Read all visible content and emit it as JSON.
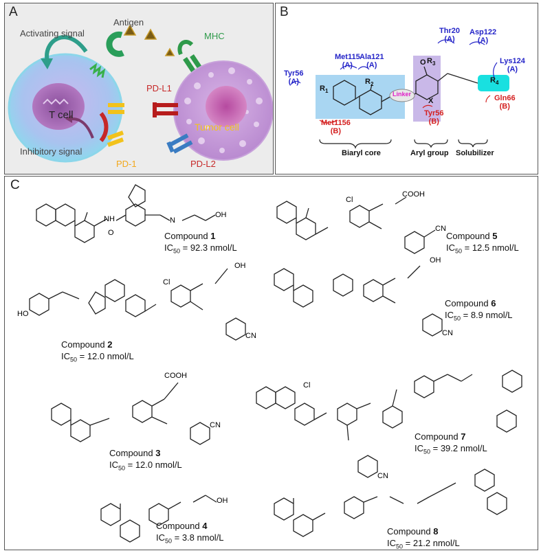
{
  "panels": {
    "a": "A",
    "b": "B",
    "c": "C"
  },
  "panel_a": {
    "activating_signal": "Activating signal",
    "antigen": "Antigen",
    "mhc": "MHC",
    "pd_l1": "PD-L1",
    "t_cell": "T cell",
    "tumor_cell": "Tumor cell",
    "inhibitory_signal": "Inhibitory signal",
    "pd_1": "PD-1",
    "pd_l2": "PD-L2",
    "colors": {
      "activating": "#2e9e8a",
      "inhibitory": "#c62828",
      "pd1": "#f2c21b",
      "pdl1": "#b71c1c",
      "pdl2": "#3a7cc2",
      "mhc": "#2e9a4a"
    }
  },
  "panel_b": {
    "residues_a": [
      {
        "name": "Tyr56",
        "chain": "(A)"
      },
      {
        "name": "Met115",
        "chain": "(A)"
      },
      {
        "name": "Ala121",
        "chain": "(A)"
      },
      {
        "name": "Thr20",
        "chain": "(A)"
      },
      {
        "name": "Asp122",
        "chain": "(A)"
      },
      {
        "name": "Lys124",
        "chain": "(A)"
      }
    ],
    "residues_b": [
      {
        "name": "Met1156",
        "chain": "(B)"
      },
      {
        "name": "Tyr56",
        "chain": "(B)"
      },
      {
        "name": "Gln66",
        "chain": "(B)"
      }
    ],
    "groups": {
      "r1": "R",
      "r1_sub": "1",
      "r2": "R",
      "r2_sub": "2",
      "r3": "R",
      "r3_sub": "3",
      "r4": "R",
      "r4_sub": "4",
      "o": "O",
      "x": "X",
      "linker": "Linker"
    },
    "regions": {
      "biaryl_core": "Biaryl core",
      "aryl_group": "Aryl group",
      "solubilizer": "Solubilizer"
    },
    "colors": {
      "chain_a": "#2424c8",
      "chain_b": "#d42020",
      "biaryl_box": "#a9d6f2",
      "aryl_box": "#c9b8e8",
      "solubilizer_box": "#19e0e0",
      "linker": "#e020c8"
    }
  },
  "panel_c": {
    "compounds": [
      {
        "prefix": "Compound ",
        "num": "1",
        "ic_prefix": "IC",
        "ic_sub": "50",
        "ic_value": " = 92.3 nmol/L"
      },
      {
        "prefix": "Compound ",
        "num": "5",
        "ic_prefix": "IC",
        "ic_sub": "50",
        "ic_value": " = 12.5 nmol/L"
      },
      {
        "prefix": "Compound ",
        "num": "2",
        "ic_prefix": "IC",
        "ic_sub": "50",
        "ic_value": " = 12.0 nmol/L"
      },
      {
        "prefix": "Compound ",
        "num": "6",
        "ic_prefix": "IC",
        "ic_sub": "50",
        "ic_value": " = 8.9 nmol/L"
      },
      {
        "prefix": "Compound ",
        "num": "3",
        "ic_prefix": "IC",
        "ic_sub": "50",
        "ic_value": " = 12.0 nmol/L"
      },
      {
        "prefix": "Compound ",
        "num": "7",
        "ic_prefix": "IC",
        "ic_sub": "50",
        "ic_value": " = 39.2 nmol/L"
      },
      {
        "prefix": "Compound ",
        "num": "4",
        "ic_prefix": "IC",
        "ic_sub": "50",
        "ic_value": " = 3.8 nmol/L"
      },
      {
        "prefix": "Compound ",
        "num": "8",
        "ic_prefix": "IC",
        "ic_sub": "50",
        "ic_value": " = 21.2 nmol/L"
      }
    ],
    "atoms": {
      "n": "N",
      "h": "H",
      "nh": "NH",
      "o": "O",
      "oh": "OH",
      "ho": "HO",
      "cl": "Cl",
      "cn": "CN",
      "cooh": "COOH",
      "boc": "",
      "ho_ring": "HO"
    }
  }
}
